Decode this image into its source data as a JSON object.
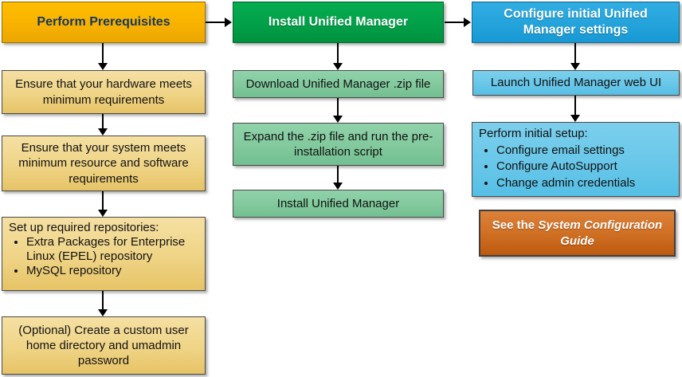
{
  "diagram": {
    "title_implicit": "Unified Manager installation workflow",
    "columns": [
      {
        "header": "Perform Prerequisites",
        "boxes": [
          {
            "text": "Ensure that your hardware meets minimum requirements"
          },
          {
            "text": "Ensure that your system meets minimum resource and software requirements"
          },
          {
            "title": "Set up required repositories:",
            "items": [
              "Extra Packages for Enterprise Linux (EPEL) repository",
              "MySQL repository"
            ]
          },
          {
            "text": "(Optional) Create a custom user home directory and umadmin password"
          }
        ]
      },
      {
        "header": "Install Unified Manager",
        "boxes": [
          {
            "text": "Download Unified Manager .zip file"
          },
          {
            "text": "Expand the .zip file and run the pre-installation script"
          },
          {
            "text": "Install Unified Manager"
          }
        ]
      },
      {
        "header": "Configure initial Unified Manager settings",
        "boxes": [
          {
            "text": "Launch Unified Manager web UI"
          },
          {
            "title": "Perform initial setup:",
            "items": [
              "Configure email settings",
              "Configure AutoSupport",
              "Change admin credentials"
            ]
          },
          {
            "prefix": "See the ",
            "italic_title": "System Configuration Guide"
          }
        ]
      }
    ]
  },
  "colors": {
    "gold_top": "#FFBE00",
    "gold_bottom": "#EBA602",
    "yellow_top": "#F5E0A3",
    "yellow_bottom": "#E6C366",
    "green_top": "#06AC50",
    "green_bottom": "#00913E",
    "lightgreen_top": "#90D2AB",
    "lightgreen_bottom": "#72BF90",
    "blue_top": "#31ADE2",
    "blue_bottom": "#1899D4",
    "lightblue_top": "#7BCFEC",
    "lightblue_bottom": "#55BFE5",
    "orange_top": "#DD8139",
    "orange_bottom": "#BD5A0F",
    "header1_text": "#17375E",
    "arrow": "#000000"
  }
}
